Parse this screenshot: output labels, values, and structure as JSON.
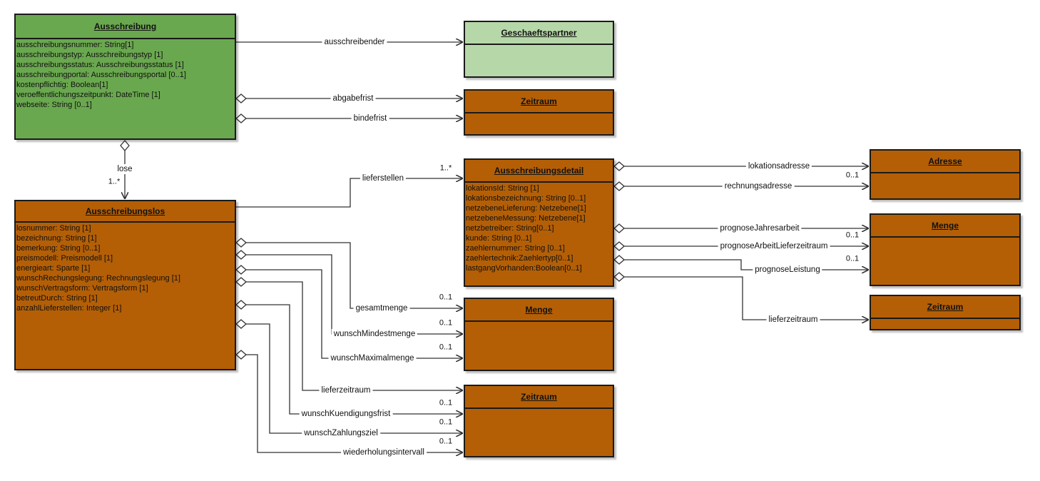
{
  "colors": {
    "green_dark": "#6aa84f",
    "green_light": "#b6d7a8",
    "orange": "#b45f06",
    "line": "#333333",
    "background": "#ffffff"
  },
  "classes": {
    "ausschreibung": {
      "name": "Ausschreibung",
      "attributes": [
        "ausschreibungsnummer: String[1]",
        "ausschreibungstyp: Ausschreibungstyp [1]",
        "ausschreibungsstatus: Ausschreibungsstatus [1]",
        "ausschreibungportal: Ausschreibungsportal [0..1]",
        "kostenpflichtig: Boolean[1]",
        "veroeffentlichungszeitpunkt: DateTime [1]",
        "webseite: String [0..1]"
      ]
    },
    "geschaeftspartner": {
      "name": "Geschaeftspartner",
      "attributes": []
    },
    "zeitraum_top": {
      "name": "Zeitraum",
      "attributes": []
    },
    "ausschreibungslos": {
      "name": "Ausschreibungslos",
      "attributes": [
        "losnummer: String [1]",
        "bezeichnung: String [1]",
        "bemerkung: String [0..1]",
        "preismodell: Preismodell [1]",
        "energieart: Sparte [1]",
        "wunschRechungslegung: Rechnungslegung [1]",
        "wunschVertragsform: Vertragsform [1]",
        "betreutDurch: String [1]",
        "anzahlLieferstellen: Integer [1]"
      ]
    },
    "ausschreibungsdetail": {
      "name": "Ausschreibungsdetail",
      "attributes": [
        "lokationsId: String [1]",
        "lokationsbezeichnung: String [0..1]",
        "netzebeneLieferung: Netzebene[1]",
        "netzebeneMessung: Netzebene[1]",
        "netzbetreiber: String[0..1]",
        "kunde: String [0..1]",
        "zaehlernummer: String [0..1]",
        "zaehlertechnik:Zaehlertyp[0..1]",
        "lastgangVorhanden:Boolean[0..1]"
      ]
    },
    "menge_mid": {
      "name": "Menge",
      "attributes": []
    },
    "zeitraum_bottom": {
      "name": "Zeitraum",
      "attributes": []
    },
    "adresse": {
      "name": "Adresse",
      "attributes": []
    },
    "menge_right": {
      "name": "Menge",
      "attributes": []
    },
    "zeitraum_right": {
      "name": "Zeitraum",
      "attributes": []
    }
  },
  "associations": {
    "ausschreibender": {
      "label": "ausschreibender",
      "multiplicity": ""
    },
    "abgabefrist": {
      "label": "abgabefrist",
      "multiplicity": ""
    },
    "bindefrist": {
      "label": "bindefrist",
      "multiplicity": ""
    },
    "lose": {
      "label": "lose",
      "multiplicity": "1..*"
    },
    "lieferstellen": {
      "label": "lieferstellen",
      "multiplicity": "1..*"
    },
    "gesamtmenge": {
      "label": "gesamtmenge",
      "multiplicity": "0..1"
    },
    "wunschMindestmenge": {
      "label": "wunschMindestmenge",
      "multiplicity": "0..1"
    },
    "wunschMaximalmenge": {
      "label": "wunschMaximalmenge",
      "multiplicity": "0..1"
    },
    "lieferzeitraum_los": {
      "label": "lieferzeitraum",
      "multiplicity": ""
    },
    "wunschKuendigungsfrist": {
      "label": "wunschKuendigungsfrist",
      "multiplicity": "0..1"
    },
    "wunschZahlungsziel": {
      "label": "wunschZahlungsziel",
      "multiplicity": "0..1"
    },
    "wiederholungsintervall": {
      "label": "wiederholungsintervall",
      "multiplicity": "0..1"
    },
    "lokationsadresse": {
      "label": "lokationsadresse",
      "multiplicity": ""
    },
    "rechnungsadresse": {
      "label": "rechnungsadresse",
      "multiplicity": "0..1"
    },
    "prognoseJahresarbeit": {
      "label": "prognoseJahresarbeit",
      "multiplicity": "0..1"
    },
    "prognoseArbeitLieferzeitraum": {
      "label": "prognoseArbeitLieferzeitraum",
      "multiplicity": "0..1"
    },
    "prognoseLeistung": {
      "label": "prognoseLeistung",
      "multiplicity": ""
    },
    "lieferzeitraum_detail": {
      "label": "lieferzeitraum",
      "multiplicity": ""
    }
  }
}
